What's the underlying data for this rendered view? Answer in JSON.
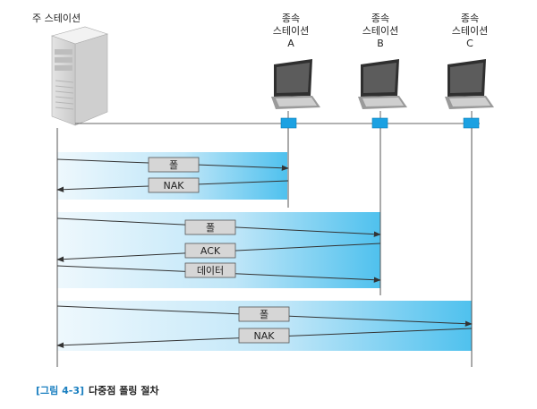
{
  "primary_station": {
    "label": "주 스테이션"
  },
  "secondary_stations": [
    {
      "label": "종속\n스테이션\nA"
    },
    {
      "label": "종속\n스테이션\nB"
    },
    {
      "label": "종속\n스테이션\nC"
    }
  ],
  "exchanges": [
    {
      "target": "A",
      "messages": [
        {
          "label": "폴",
          "direction": "to-secondary"
        },
        {
          "label": "NAK",
          "direction": "to-primary"
        }
      ]
    },
    {
      "target": "B",
      "messages": [
        {
          "label": "폴",
          "direction": "to-secondary"
        },
        {
          "label": "ACK",
          "direction": "to-primary"
        },
        {
          "label": "데이터",
          "direction": "to-secondary"
        }
      ]
    },
    {
      "target": "C",
      "messages": [
        {
          "label": "폴",
          "direction": "to-secondary"
        },
        {
          "label": "NAK",
          "direction": "to-primary"
        }
      ]
    }
  ],
  "caption": {
    "number": "[그림 4-3]",
    "title": "다중점 폴링 절차"
  },
  "colors": {
    "band_light": "#e8f6fd",
    "band_dark": "#4fc1ee",
    "connector": "#1ba1e2",
    "line": "#555555",
    "box_fill": "#d6d6d6"
  }
}
